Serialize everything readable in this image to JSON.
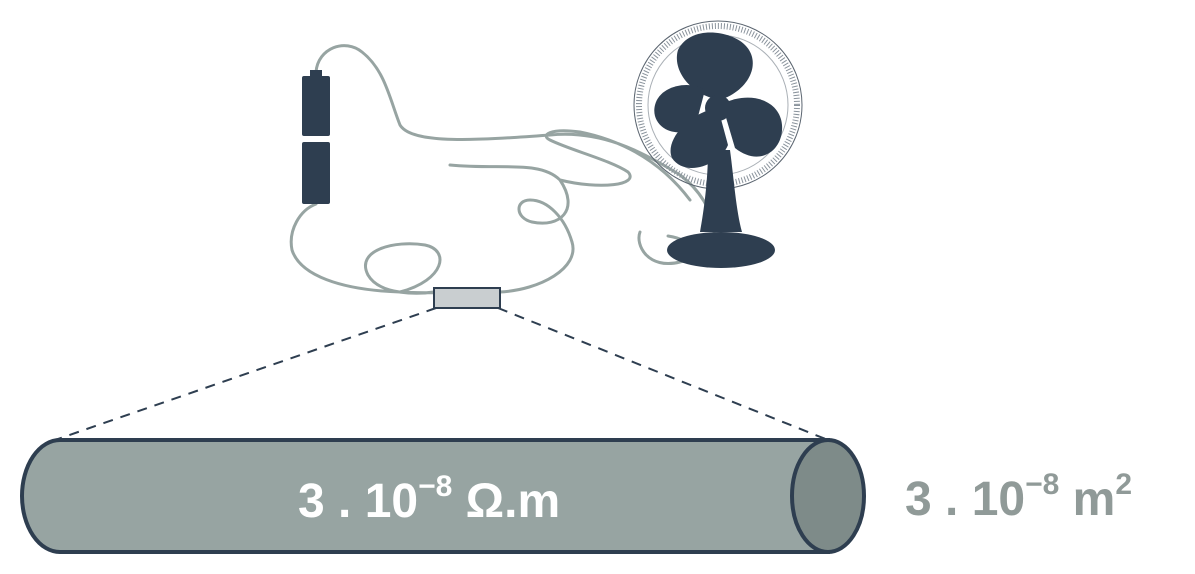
{
  "diagram": {
    "colors": {
      "wire": "#97a4a2",
      "dark": "#2e3e50",
      "cylinder_fill": "#97a4a2",
      "cylinder_end": "#7e8b89",
      "text_on_cylinder": "#ffffff",
      "side_text": "#909a98"
    },
    "resistivity": {
      "base": "3 . 10",
      "exponent": "−8",
      "unit": " Ω.m"
    },
    "cross_section": {
      "base": "3 . 10",
      "exponent": "−8",
      "unit": " m",
      "unit_exponent": "2"
    },
    "icons": [
      "battery-icon",
      "fan-icon",
      "wire-segment-icon",
      "wire-cylinder-icon"
    ]
  }
}
